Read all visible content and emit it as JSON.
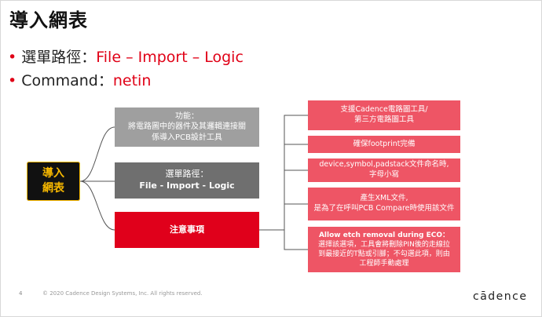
{
  "title": "導入網表",
  "bullets": [
    {
      "label": "選單路徑：",
      "value": "File – Import – Logic"
    },
    {
      "label": "Command：",
      "value": "netin"
    }
  ],
  "diagram": {
    "root": {
      "line1": "導入",
      "line2": "網表"
    },
    "function": {
      "l1": "功能：",
      "l2": "將電路圖中的器件及其邏輯連接關",
      "l3": "係導入PCB設計工具"
    },
    "path": {
      "l1": "選單路徑：",
      "l2": "File - Import - Logic"
    },
    "note": {
      "label": "注意事項"
    },
    "leaves": [
      {
        "l1": "支援Cadence電路圖工具/",
        "l2": "第三方電路圖工具"
      },
      {
        "l1": "確保footprint完備"
      },
      {
        "l1": "device,symbol,padstack文件命名時,",
        "l2": "字母小寫"
      },
      {
        "l1": "產生XML文件,",
        "l2": "是為了在呼叫PCB Compare時使用該文件"
      },
      {
        "l1": "Allow etch removal during ECO：",
        "l2": "選擇該選項，工具會將刪除PIN後的走線拉",
        "l3": "到最接近的T點或引腳；不勾選此項，則由",
        "l4": "工程師手動處理"
      }
    ]
  },
  "footer": {
    "page_number": "4",
    "copyright": "© 2020 Cadence Design Systems, Inc. All rights reserved.",
    "brand": "cādence"
  },
  "colors": {
    "accent": "#e00016",
    "leaf": "#ee5565",
    "root_text": "#f7b800"
  }
}
